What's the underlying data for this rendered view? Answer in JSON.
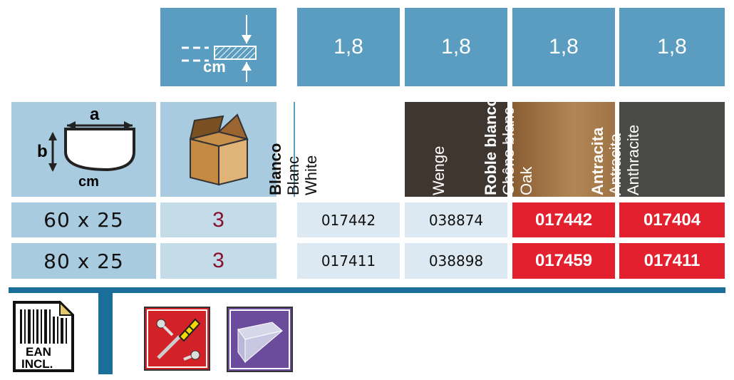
{
  "thickness": {
    "unit": "cm",
    "values": [
      "1,8",
      "1,8",
      "1,8",
      "1,8"
    ]
  },
  "dimensions": {
    "a_label": "a",
    "b_label": "b",
    "unit": "cm"
  },
  "finishes": [
    {
      "lines": [
        "Blanco",
        "Blanc",
        "White"
      ],
      "color": "#ffffff",
      "text_color": "#111111"
    },
    {
      "lines": [
        "Wenge"
      ],
      "color": "#3f3630",
      "text_color": "#ffffff"
    },
    {
      "lines": [
        "Roble blanco",
        "Chêne blanc",
        "Oak"
      ],
      "color": "#a47b4c",
      "text_color": "#ffffff"
    },
    {
      "lines": [
        "Antracita",
        "Antracita",
        "Anthracite"
      ],
      "color": "#4a4b47",
      "text_color": "#ffffff"
    }
  ],
  "rows": [
    {
      "size": "60 x 25",
      "qty": "3",
      "codes": [
        "017442",
        "038874",
        "017442",
        "017404"
      ]
    },
    {
      "size": "80 x 25",
      "qty": "3",
      "codes": [
        "017411",
        "038898",
        "017459",
        "017411"
      ]
    }
  ],
  "footer": {
    "ean_line1": "EAN",
    "ean_line2": "INCL."
  }
}
